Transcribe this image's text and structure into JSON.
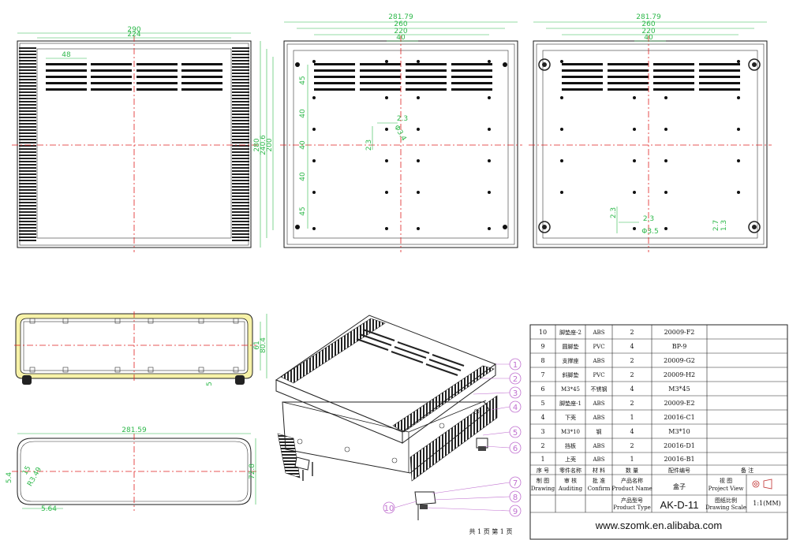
{
  "top_view_left": {
    "dims": {
      "outer_width": "290",
      "inner_width": "224",
      "slot_width": "48",
      "height_outer": "280",
      "height_mid": "240.6",
      "height_inner": "200"
    }
  },
  "bottom_view_mid": {
    "dims": {
      "w1": "281.79",
      "w2": "260",
      "w3": "220",
      "w4": "40",
      "v1": "45",
      "v2": "40",
      "v3": "40",
      "v4": "40",
      "v5": "45",
      "d1": "2.3",
      "d2": "2.3",
      "d3": "Φ3.4"
    }
  },
  "bottom_view_right": {
    "dims": {
      "w1": "281.79",
      "w2": "260",
      "w3": "220",
      "w4": "40",
      "s1": "2.3",
      "s2": "2.3",
      "s3": "Φ3.5",
      "s4": "2.7",
      "s5": "1.3"
    }
  },
  "front_view": {
    "dims": {
      "h1": "61",
      "h2": "80.4",
      "foot": "5"
    }
  },
  "section_view": {
    "dims": {
      "w": "281.59",
      "h": "72.8",
      "r1": "5.4",
      "r2": "15",
      "r3": "R3.49",
      "b": "5.64"
    }
  },
  "callouts": [
    "1",
    "2",
    "3",
    "4",
    "5",
    "6",
    "7",
    "8",
    "9",
    "10"
  ],
  "parts_table": {
    "rows": [
      {
        "no": "10",
        "name": "脚垫座-2",
        "mat": "ABS",
        "qty": "2",
        "code": "20009-F2"
      },
      {
        "no": "9",
        "name": "圆脚垫",
        "mat": "PVC",
        "qty": "4",
        "code": "BP-9"
      },
      {
        "no": "8",
        "name": "支撑座",
        "mat": "ABS",
        "qty": "2",
        "code": "20009-G2"
      },
      {
        "no": "7",
        "name": "斜脚垫",
        "mat": "PVC",
        "qty": "2",
        "code": "20009-H2"
      },
      {
        "no": "6",
        "name": "M3*45",
        "mat": "不锈钢",
        "qty": "4",
        "code": "M3*45"
      },
      {
        "no": "5",
        "name": "脚垫座-1",
        "mat": "ABS",
        "qty": "2",
        "code": "20009-E2"
      },
      {
        "no": "4",
        "name": "下壳",
        "mat": "ABS",
        "qty": "1",
        "code": "20016-C1"
      },
      {
        "no": "3",
        "name": "M3*10",
        "mat": "钢",
        "qty": "4",
        "code": "M3*10"
      },
      {
        "no": "2",
        "name": "挡板",
        "mat": "ABS",
        "qty": "2",
        "code": "20016-D1"
      },
      {
        "no": "1",
        "name": "上壳",
        "mat": "ABS",
        "qty": "1",
        "code": "20016-B1"
      }
    ],
    "header": {
      "no": "序 号",
      "name": "零件名称",
      "mat": "材 料",
      "qty": "数 量",
      "code": "配件编号",
      "remark": "备 注"
    },
    "title_block": {
      "drawing_cn": "制 图",
      "drawing_en": "Drawing",
      "auditing_cn": "审 核",
      "auditing_en": "Auditing",
      "confirm_cn": "批 准",
      "confirm_en": "Confirm",
      "product_name_cn": "产品名称",
      "product_name_en": "Product Name",
      "product_name": "盒子",
      "project_view_cn": "视 图",
      "project_view_en": "Project View",
      "product_type_cn": "产品型号",
      "product_type_en": "Product Type",
      "product_type": "AK-D-11",
      "scale_cn": "图纸比例",
      "scale_en": "Drawing Scale",
      "scale": "1:1(MM)"
    },
    "website": "www.szomk.en.alibaba.com"
  },
  "page_footer": "共 1 页   第 1 页"
}
